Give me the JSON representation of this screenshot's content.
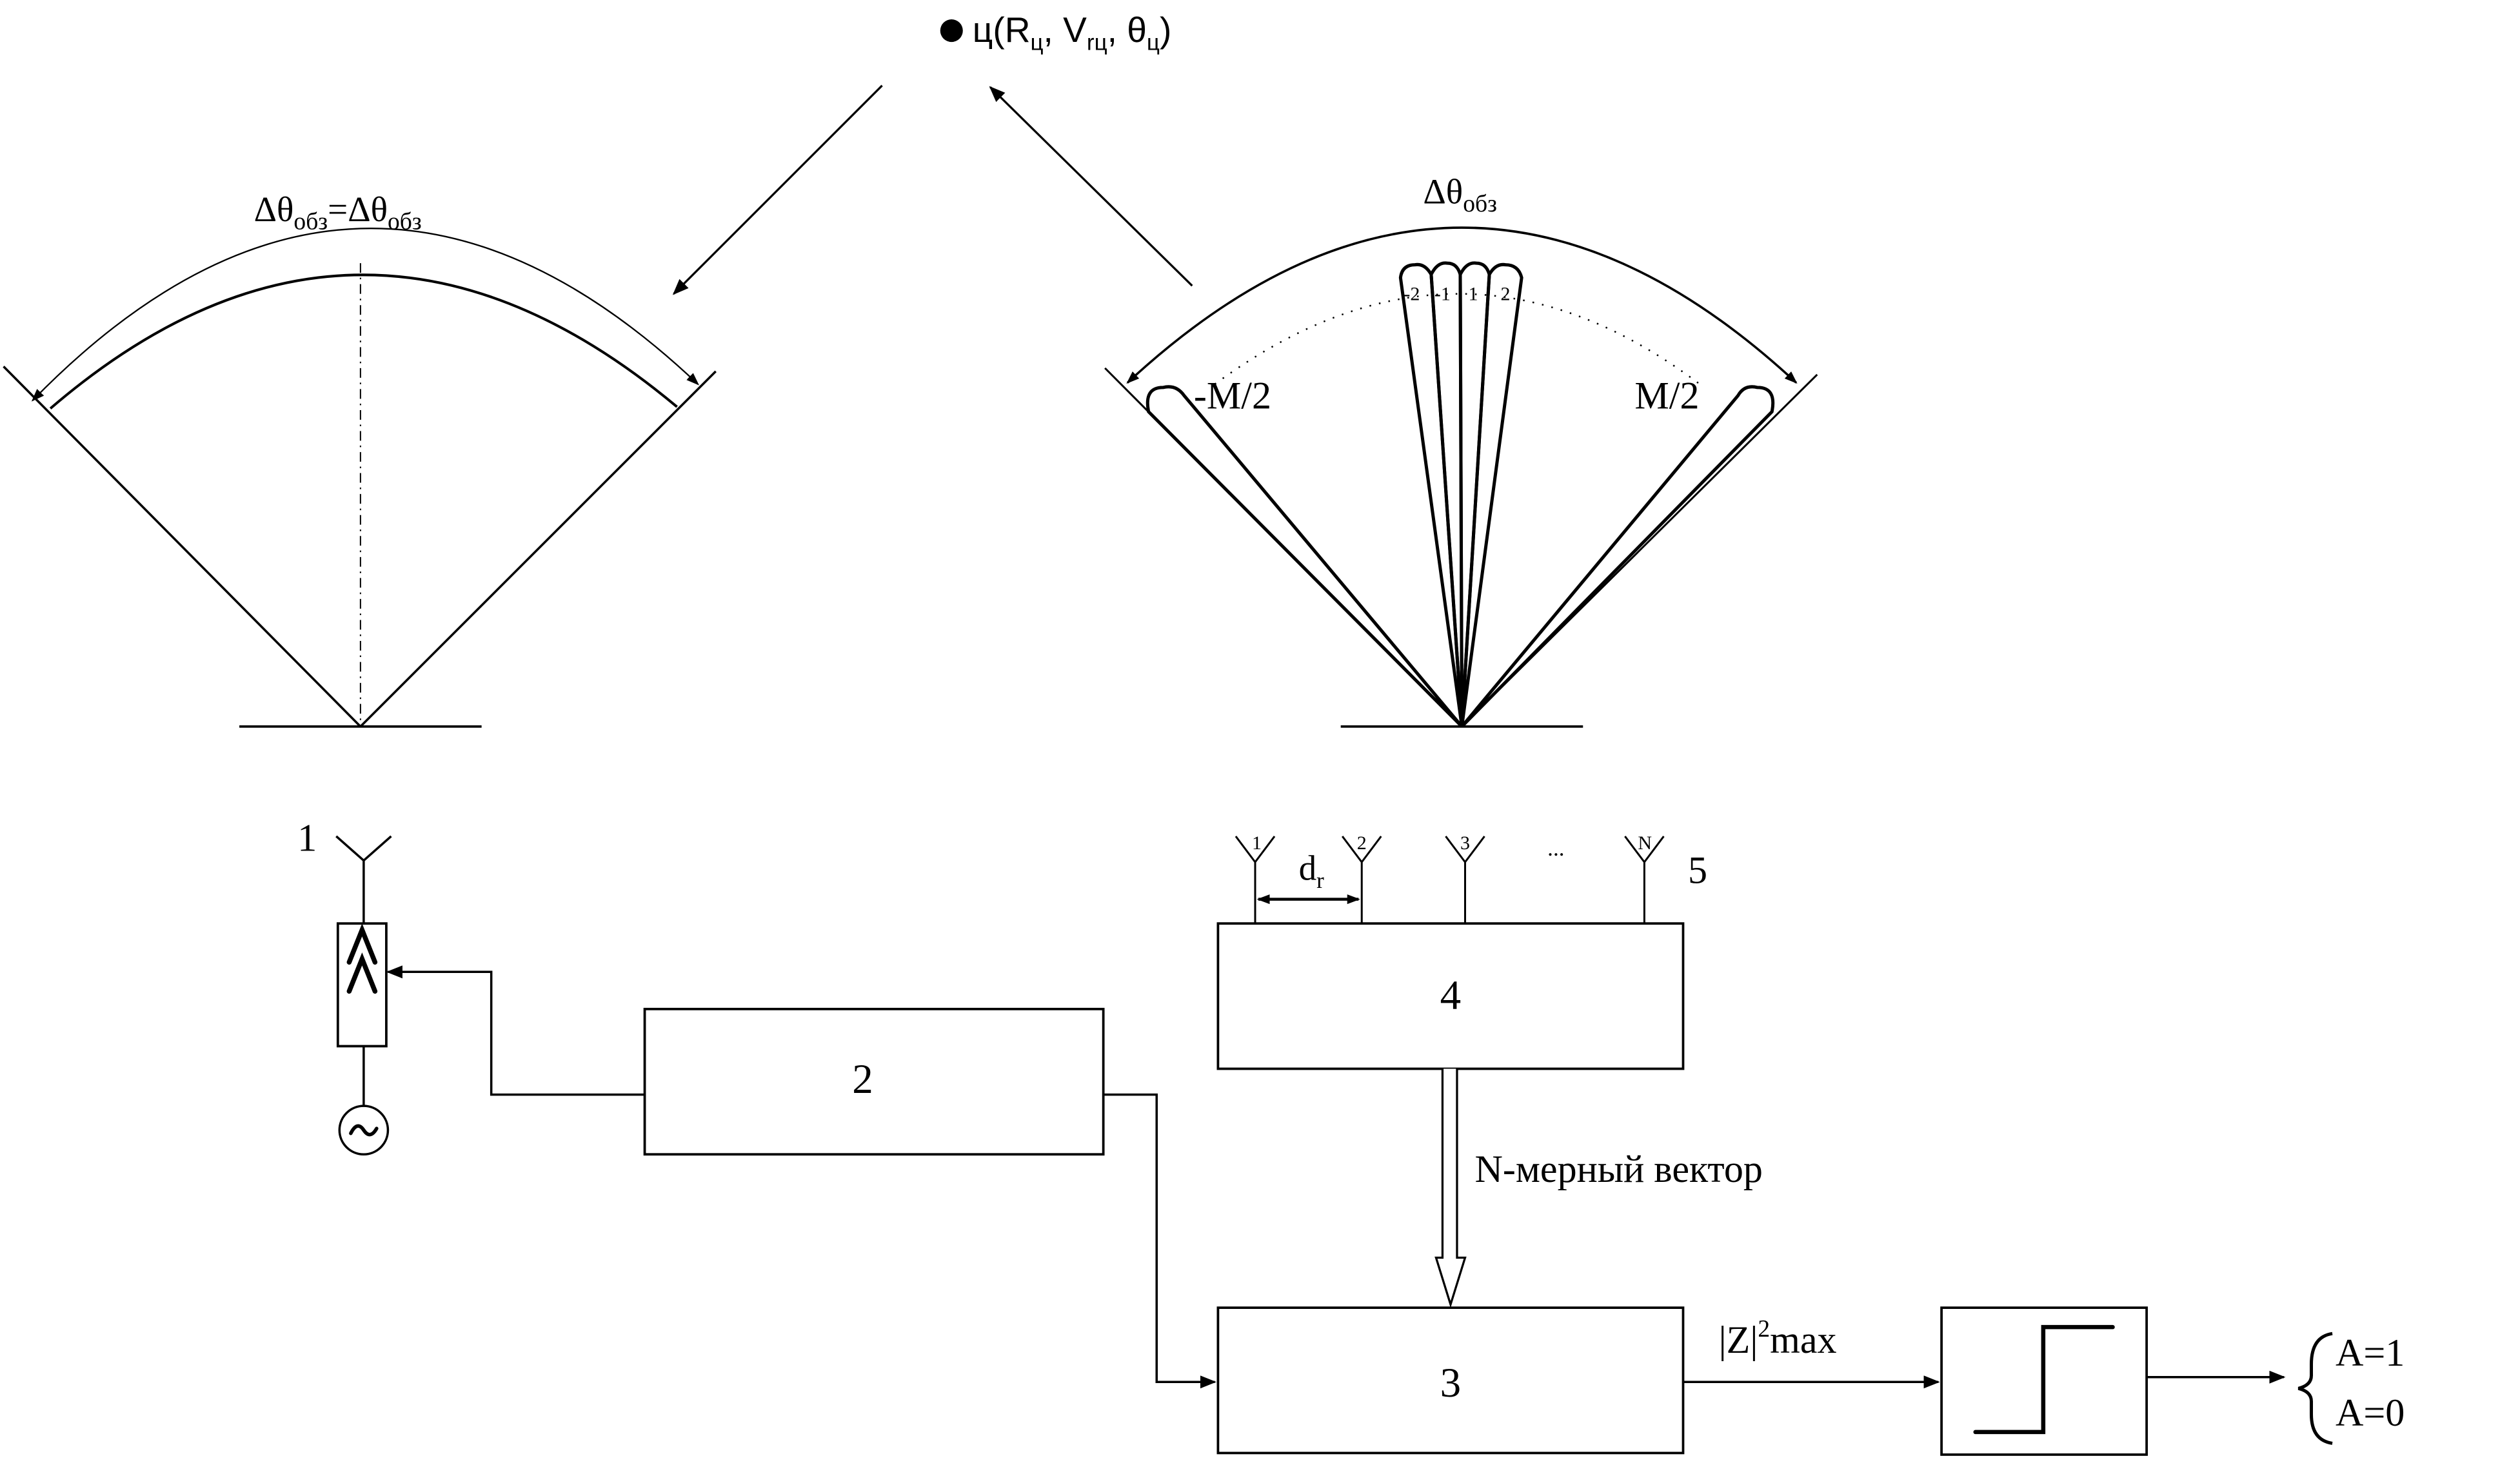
{
  "target": {
    "label_prefix": "ц(",
    "r": "R",
    "r_sub": "ц",
    "sep1": ", ",
    "v": "V",
    "v_sub": "rц",
    "sep2": ", ",
    "theta": "θ",
    "theta_sub": "ц",
    "label_suffix": ")"
  },
  "left_sector": {
    "label_main1": "Δθ",
    "label_sub1": "обз",
    "label_eq": "=",
    "label_main2": "Δθ",
    "label_sub2": "обз"
  },
  "right_sector": {
    "label_main": "Δθ",
    "label_sub": "обз",
    "beam_labels": [
      "-2",
      "-1",
      "1",
      "2"
    ],
    "edge_left": "-M/2",
    "edge_right": "M/2"
  },
  "blocks": {
    "antenna_tx_label": "1",
    "block2": "2",
    "block3": "3",
    "block4": "4",
    "array_label": "5",
    "array_elements": [
      "1",
      "2",
      "3",
      "N"
    ],
    "array_ellipsis": "...",
    "spacing_main": "d",
    "spacing_sub": "r",
    "vector_label": "N-мерный вектор",
    "z_abs": "|Z|",
    "z_sup": "2",
    "z_max": "max",
    "out_a1": "A=1",
    "out_a0": "A=0"
  },
  "colors": {
    "ink": "#000000",
    "background": "#ffffff"
  }
}
